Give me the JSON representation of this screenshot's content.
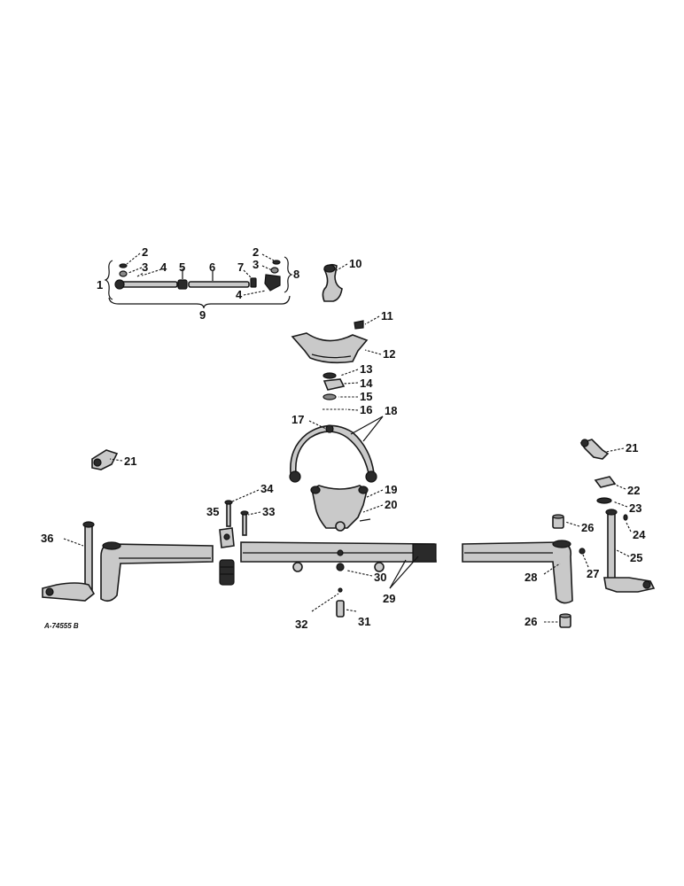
{
  "diagram": {
    "figure_code": "A-74555 B",
    "callouts": [
      "1",
      "2",
      "3",
      "4",
      "5",
      "6",
      "7",
      "2",
      "3",
      "8",
      "4",
      "9",
      "10",
      "11",
      "12",
      "13",
      "14",
      "15",
      "16",
      "17",
      "18",
      "19",
      "20",
      "21",
      "21",
      "22",
      "23",
      "24",
      "25",
      "26",
      "26",
      "27",
      "28",
      "29",
      "30",
      "31",
      "32",
      "33",
      "34",
      "35",
      "36"
    ]
  }
}
